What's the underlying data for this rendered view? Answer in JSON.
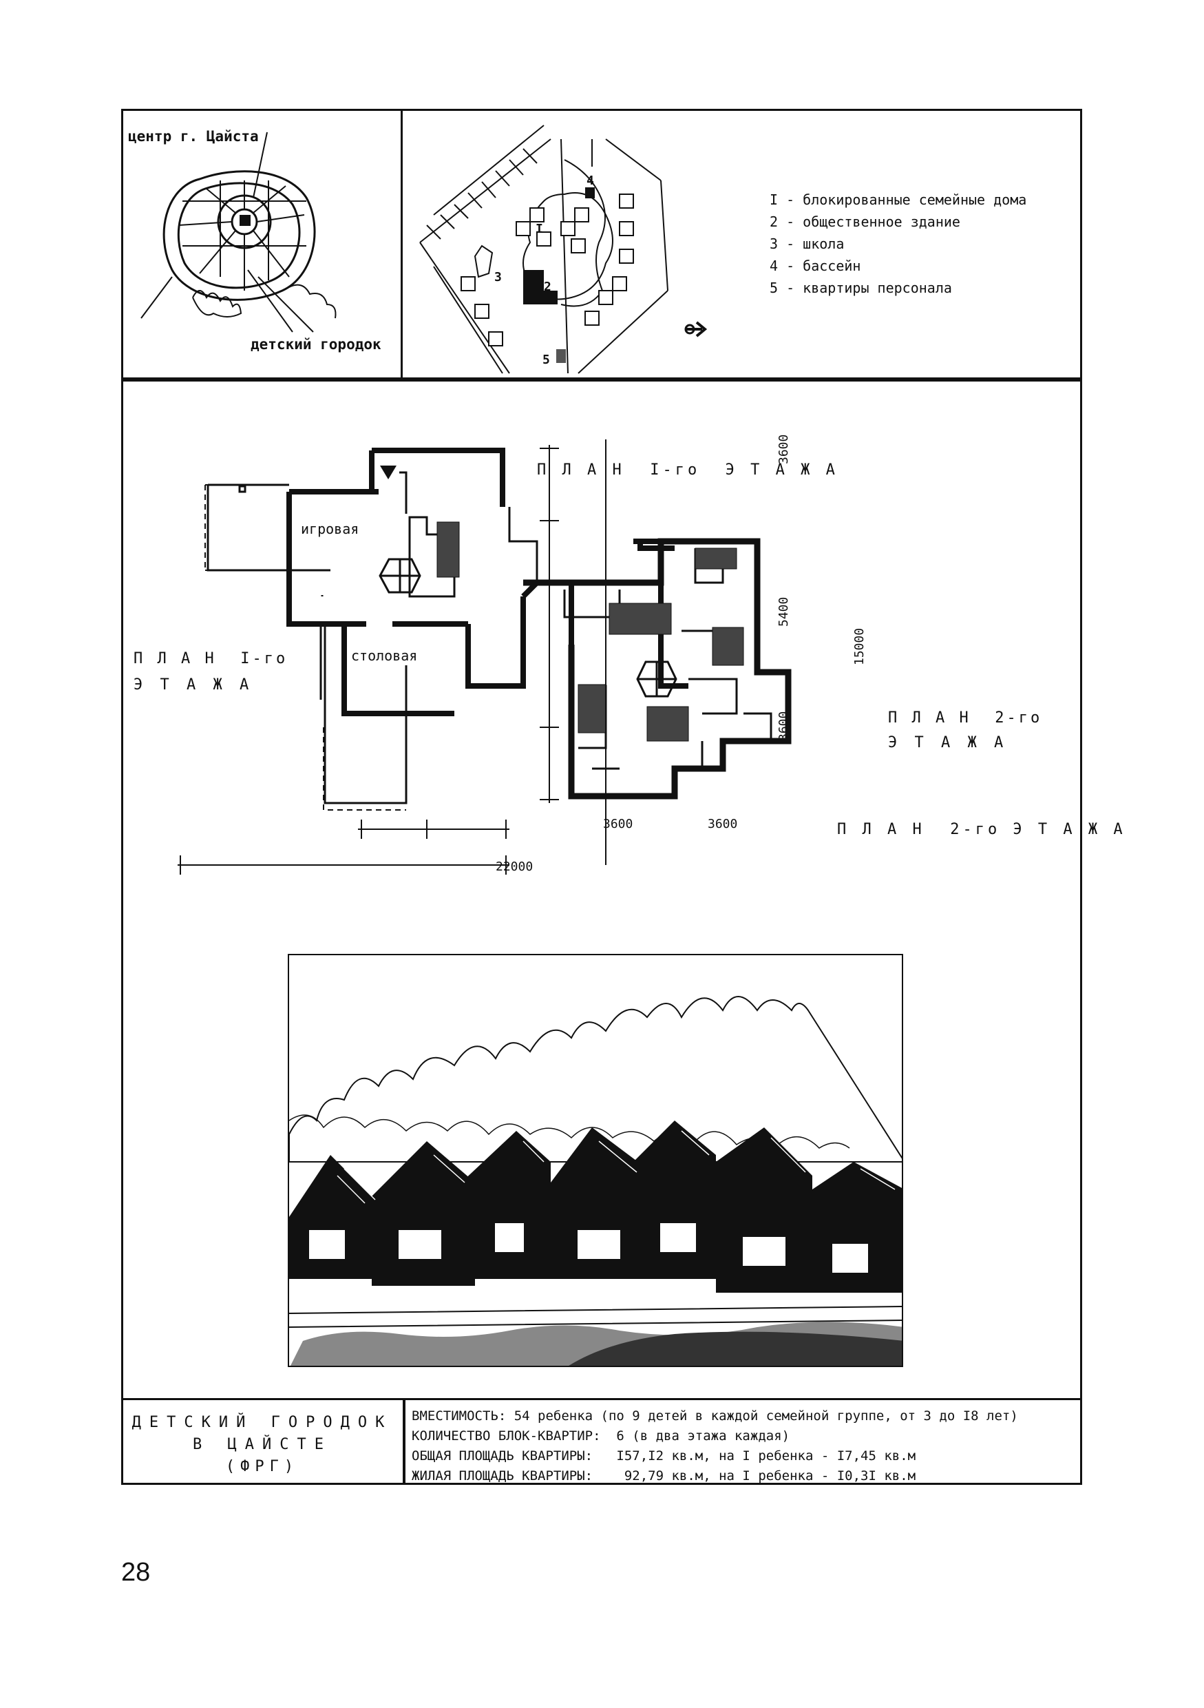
{
  "location_map": {
    "center_label": "центр г. Цайста",
    "village_label": "детский городок"
  },
  "site_plan": {
    "markers": [
      "I",
      "2",
      "3",
      "4",
      "5"
    ],
    "legend": [
      "I - блокированные семейные дома",
      "2 - общественное здание",
      "3 - школа",
      "4 - бассейн",
      "5 - квартиры персонала"
    ]
  },
  "floor_plans": {
    "title_top": "П Л А Н  I-го  Э Т А Ж А",
    "title_left_1": "П Л А Н  I-го",
    "title_left_2": "Э Т А Ж А",
    "title_right_1": "П Л А Н  2-го",
    "title_right_2": "Э Т А Ж А",
    "title_bottom": "П Л А Н  2-го Э Т А Ж А",
    "room_play": "игровая",
    "room_dining": "столовая",
    "dims": {
      "d3600_top": "3600",
      "d5400": "5400",
      "d3600_mid": "3600",
      "d15000": "15000",
      "d3600_a": "3600",
      "d3600_b": "3600",
      "d22000": "22000"
    }
  },
  "info": {
    "title_line1": "ДЕТСКИЙ ГОРОДОК",
    "title_line2": "В ЦАЙСТЕ",
    "title_line3": "(ФРГ)",
    "specs": [
      "ВМЕСТИМОСТЬ: 54 ребенка (по 9 детей в каждой семейной группе, от 3 до I8 лет)",
      "КОЛИЧЕСТВО БЛОК-КВАРТИР:  6 (в два этажа каждая)",
      "ОБЩАЯ ПЛОЩАДЬ КВАРТИРЫ:   I57,I2 кв.м, на I ребенка - I7,45 кв.м",
      "ЖИЛАЯ ПЛОЩАДЬ КВАРТИРЫ:    92,79 кв.м, на I ребенка - I0,3I кв.м"
    ]
  },
  "page_number": "28"
}
